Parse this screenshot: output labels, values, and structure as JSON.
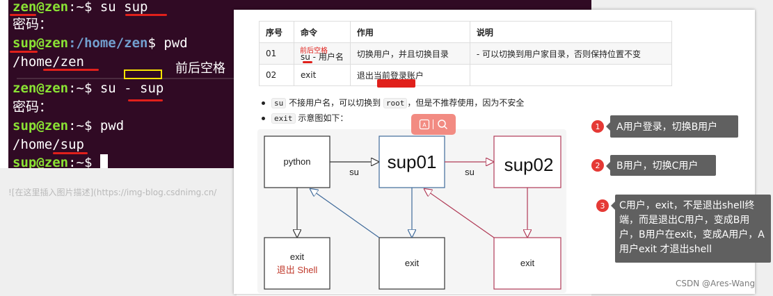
{
  "terminal": {
    "lines": [
      {
        "user": "zen@zen",
        "path": ":~",
        "prompt": "$",
        "cmd": " su sup"
      },
      {
        "text": "密码："
      },
      {
        "user": "sup@zen",
        "path": ":/home/zen",
        "prompt": "$",
        "cmd": " pwd"
      },
      {
        "text": "/home/zen"
      },
      {
        "user": "zen@zen",
        "path": ":~",
        "prompt": "$",
        "cmd": " su - sup"
      },
      {
        "text": "密码："
      },
      {
        "user": "sup@zen",
        "path": ":~",
        "prompt": "$",
        "cmd": " pwd"
      },
      {
        "text": "/home/sup"
      },
      {
        "user": "sup@zen",
        "path": ":~",
        "prompt": "$",
        "cmd": " "
      }
    ],
    "annotation": "前后空格"
  },
  "image_alt": "![在这里插入图片描述](https://img-blog.csdnimg.cn/",
  "table": {
    "headers": [
      "序号",
      "命令",
      "作用",
      "说明"
    ],
    "rows": [
      {
        "num": "01",
        "cmd": "su - 用户名",
        "note": "前后空格",
        "effect": "切换用户，并且切换目录",
        "desc": "- 可以切换到用户家目录，否则保持位置不变"
      },
      {
        "num": "02",
        "cmd": "exit",
        "effect": "退出当前登录账户",
        "desc": ""
      }
    ]
  },
  "bullets": {
    "b1_code1": "su",
    "b1_text1": " 不接用户名，可以切换到 ",
    "b1_code2": "root",
    "b1_text2": "，但是不推荐使用，因为不安全",
    "b2_code": "exit",
    "b2_text": " 示意图如下："
  },
  "diagram": {
    "nodes": {
      "python": "python",
      "sup01": "sup01",
      "sup02": "sup02",
      "exit_a_line1": "exit",
      "exit_a_line2": "退出 Shell",
      "exit_b": "exit",
      "exit_c": "exit"
    },
    "edge_labels": {
      "su1": "su",
      "su2": "su"
    },
    "colors": {
      "black": "#333333",
      "blue": "#3f6a9a",
      "red": "#b03a56",
      "shell_red": "#c0392b"
    }
  },
  "callouts": [
    {
      "num": "1",
      "text": "A用户登录，切换B用户"
    },
    {
      "num": "2",
      "text": "B用户，切换C用户"
    },
    {
      "num": "3",
      "text": "C用户，exit，不是退出shell终端，而是退出C用户，变成B用户，B用户在exit，变成A用户，A用户exit  才退出shell"
    }
  ],
  "watermark": "CSDN @Ares-Wang",
  "toolbar": {
    "icon1": "ai-text-icon",
    "icon2": "search-icon"
  }
}
